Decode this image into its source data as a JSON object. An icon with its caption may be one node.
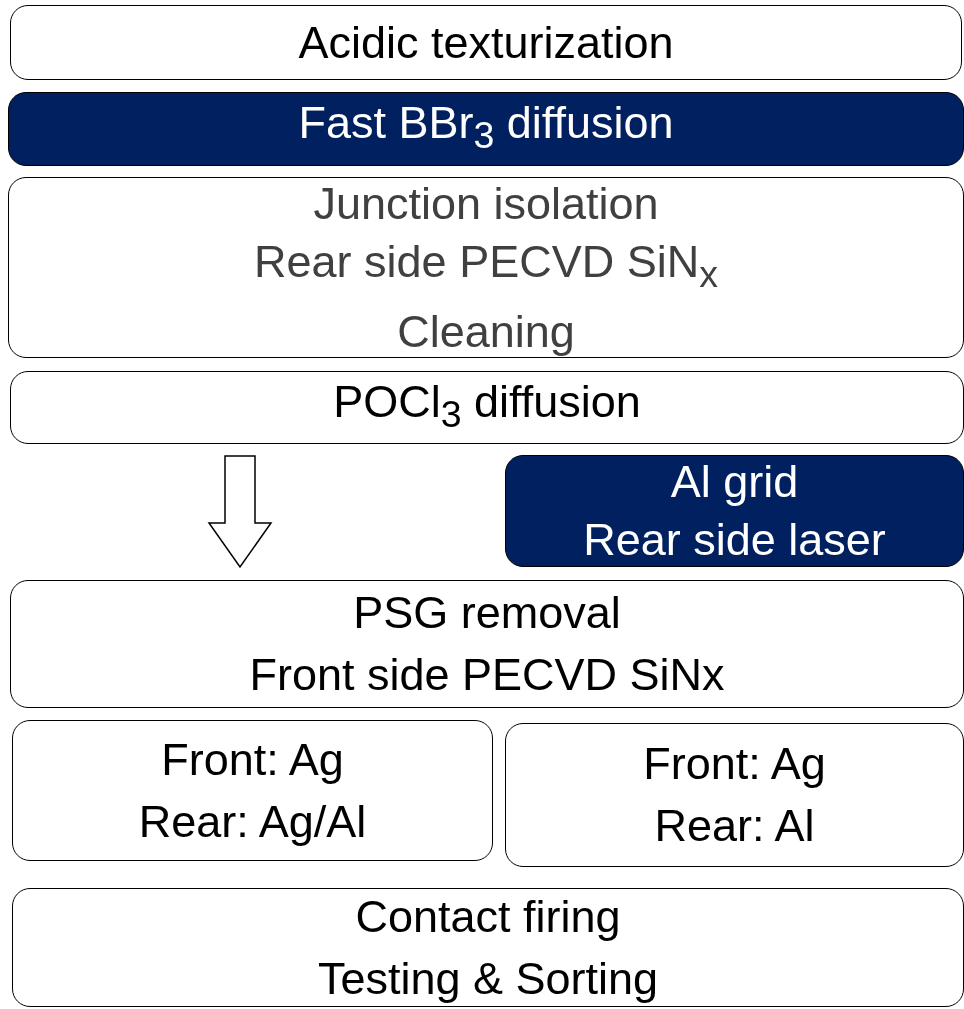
{
  "diagram": {
    "nodes": [
      {
        "text": [
          "Acidic texturization"
        ]
      },
      {
        "text": [
          "Fast BBr$_{3}$ diffusion"
        ]
      },
      {
        "text": [
          "Junction isolation",
          "Rear side PECVD SiN$_{x}$",
          "Cleaning"
        ]
      },
      {
        "text": [
          "POCl$_{3}$ diffusion"
        ]
      },
      {
        "text": [
          "Al grid",
          "Rear side laser"
        ]
      },
      {
        "text": [
          "PSG removal",
          "Front side PECVD SiNx"
        ]
      },
      {
        "text": [
          "Front: Ag",
          "Rear: Ag/Al"
        ]
      },
      {
        "text": [
          "Front: Ag",
          "Rear: Al"
        ]
      },
      {
        "text": [
          "Contact firing",
          "Testing & Sorting"
        ]
      }
    ],
    "edges": [
      {
        "from": 3,
        "to": 5,
        "arrow": "to"
      }
    ]
  }
}
